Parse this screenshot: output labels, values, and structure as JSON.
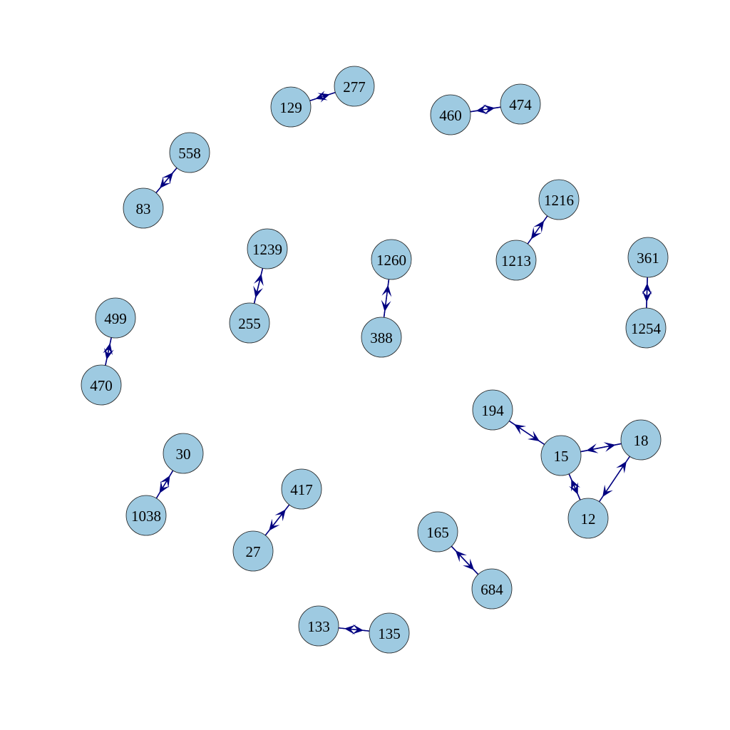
{
  "graph": {
    "type": "directed-network",
    "node_color": "#9ecae1",
    "edge_color": "#000080",
    "nodes": [
      {
        "id": "129",
        "label": "129"
      },
      {
        "id": "277",
        "label": "277"
      },
      {
        "id": "460",
        "label": "460"
      },
      {
        "id": "474",
        "label": "474"
      },
      {
        "id": "558",
        "label": "558"
      },
      {
        "id": "83",
        "label": "83"
      },
      {
        "id": "1216",
        "label": "1216"
      },
      {
        "id": "1213",
        "label": "1213"
      },
      {
        "id": "1239",
        "label": "1239"
      },
      {
        "id": "255",
        "label": "255"
      },
      {
        "id": "1260",
        "label": "1260"
      },
      {
        "id": "388",
        "label": "388"
      },
      {
        "id": "361",
        "label": "361"
      },
      {
        "id": "1254",
        "label": "1254"
      },
      {
        "id": "499",
        "label": "499"
      },
      {
        "id": "470",
        "label": "470"
      },
      {
        "id": "194",
        "label": "194"
      },
      {
        "id": "15",
        "label": "15"
      },
      {
        "id": "18",
        "label": "18"
      },
      {
        "id": "12",
        "label": "12"
      },
      {
        "id": "30",
        "label": "30"
      },
      {
        "id": "1038",
        "label": "1038"
      },
      {
        "id": "417",
        "label": "417"
      },
      {
        "id": "27",
        "label": "27"
      },
      {
        "id": "165",
        "label": "165"
      },
      {
        "id": "684",
        "label": "684"
      },
      {
        "id": "133",
        "label": "133"
      },
      {
        "id": "135",
        "label": "135"
      }
    ],
    "edges": [
      {
        "source": "129",
        "target": "277"
      },
      {
        "source": "277",
        "target": "129"
      },
      {
        "source": "460",
        "target": "474"
      },
      {
        "source": "474",
        "target": "460"
      },
      {
        "source": "558",
        "target": "83"
      },
      {
        "source": "83",
        "target": "558"
      },
      {
        "source": "1216",
        "target": "1213"
      },
      {
        "source": "1213",
        "target": "1216"
      },
      {
        "source": "255",
        "target": "1239"
      },
      {
        "source": "1239",
        "target": "255"
      },
      {
        "source": "388",
        "target": "1260"
      },
      {
        "source": "1260",
        "target": "388"
      },
      {
        "source": "361",
        "target": "1254"
      },
      {
        "source": "1254",
        "target": "361"
      },
      {
        "source": "499",
        "target": "470"
      },
      {
        "source": "470",
        "target": "499"
      },
      {
        "source": "194",
        "target": "15"
      },
      {
        "source": "15",
        "target": "194"
      },
      {
        "source": "18",
        "target": "15"
      },
      {
        "source": "15",
        "target": "18"
      },
      {
        "source": "15",
        "target": "12"
      },
      {
        "source": "12",
        "target": "15"
      },
      {
        "source": "12",
        "target": "18"
      },
      {
        "source": "18",
        "target": "12"
      },
      {
        "source": "30",
        "target": "1038"
      },
      {
        "source": "1038",
        "target": "30"
      },
      {
        "source": "417",
        "target": "27"
      },
      {
        "source": "27",
        "target": "417"
      },
      {
        "source": "165",
        "target": "684"
      },
      {
        "source": "684",
        "target": "165"
      },
      {
        "source": "133",
        "target": "135"
      },
      {
        "source": "135",
        "target": "133"
      }
    ]
  }
}
